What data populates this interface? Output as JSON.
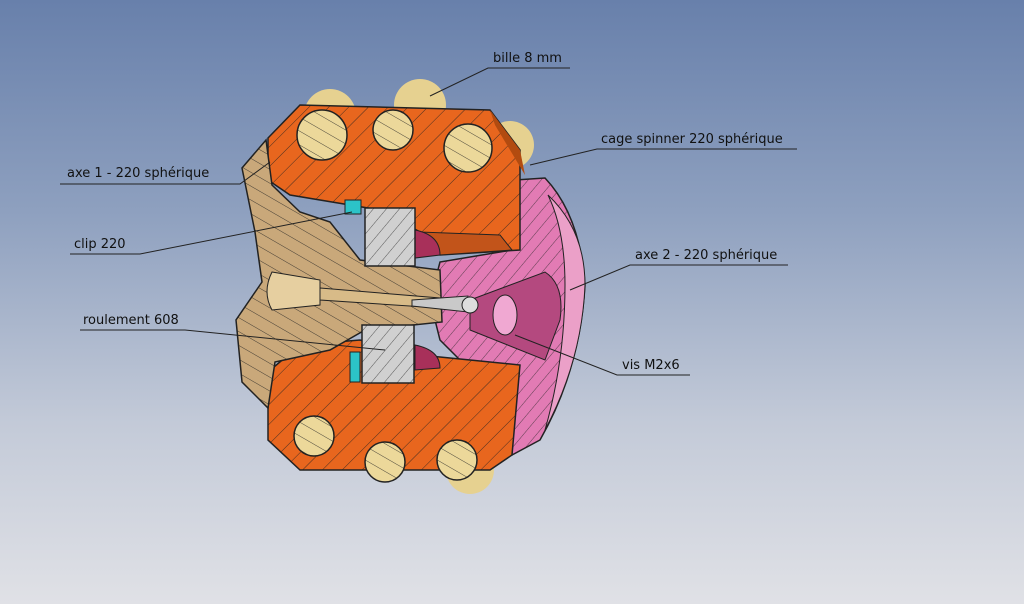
{
  "title": "Coupe spinner 220 sphérique",
  "labels": {
    "bille": "bille 8 mm",
    "cage": "cage spinner 220 sphérique",
    "axe1": "axe 1 - 220 sphérique",
    "clip": "clip 220",
    "axe2": "axe 2 - 220 sphérique",
    "roulement": "roulement 608",
    "vis": "vis M2x6"
  },
  "colors": {
    "cage": "#e8661e",
    "axe1": "#c9a87a",
    "axe2": "#e27bb4",
    "roulement": "#cfcfcf",
    "clip": "#2cc3c8",
    "bille": "#e9d597"
  }
}
